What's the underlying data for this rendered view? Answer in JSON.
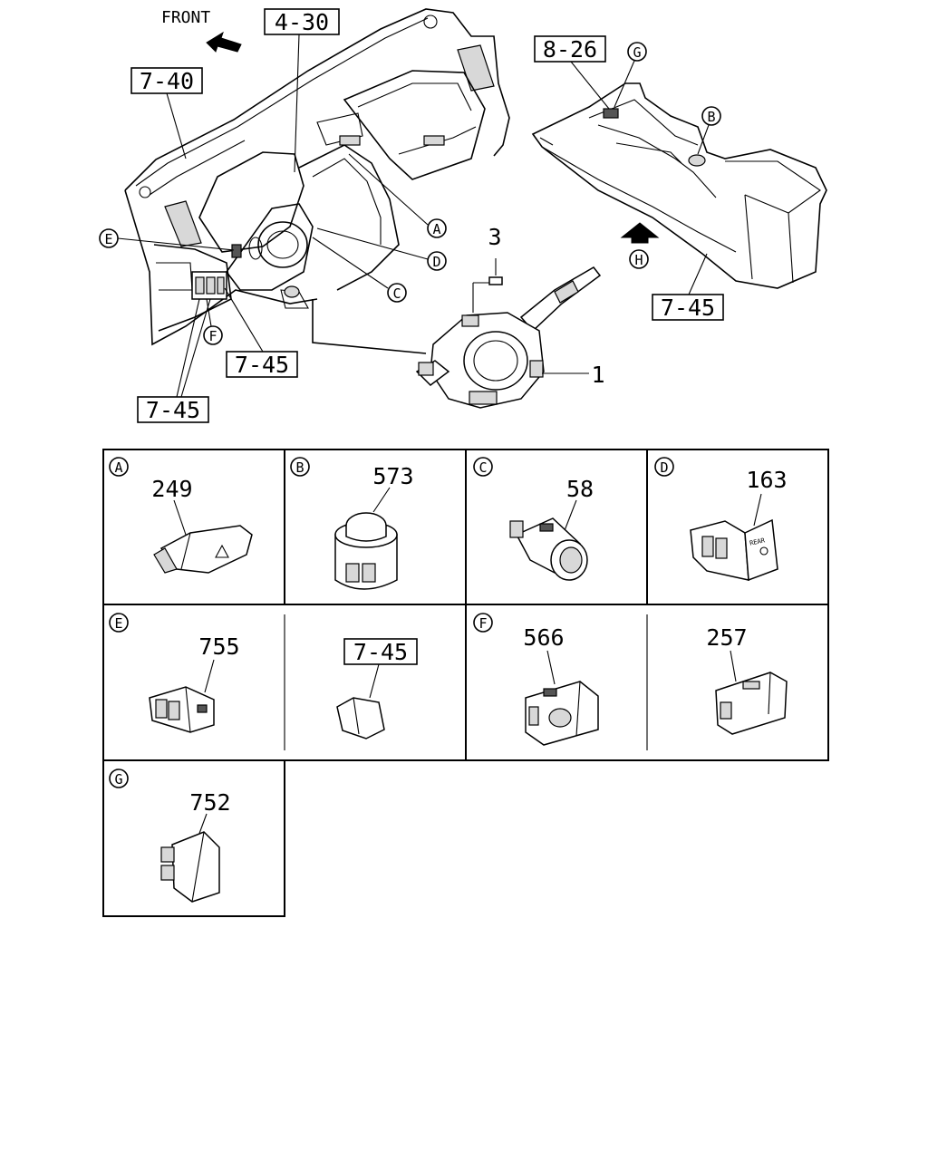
{
  "direction_label": "FRONT",
  "refs": {
    "r430": "4-30",
    "r740": "7-40",
    "r826": "8-26",
    "r745_console": "7-45",
    "r745_panel": "7-45",
    "r745_lower": "7-45",
    "r745_cell": "7-45"
  },
  "callouts": {
    "A": "A",
    "B": "B",
    "C": "C",
    "D": "D",
    "E": "E",
    "F": "F",
    "G": "G",
    "H": "H"
  },
  "part_numbers": {
    "p1": "1",
    "p3": "3",
    "p249": "249",
    "p573": "573",
    "p58": "58",
    "p163": "163",
    "p755": "755",
    "p566": "566",
    "p257": "257",
    "p752": "752"
  },
  "switch_text": {
    "rear_label": "REAR"
  },
  "cells": {
    "A": "A",
    "B": "B",
    "C": "C",
    "D": "D",
    "E": "E",
    "F": "F",
    "G": "G"
  }
}
